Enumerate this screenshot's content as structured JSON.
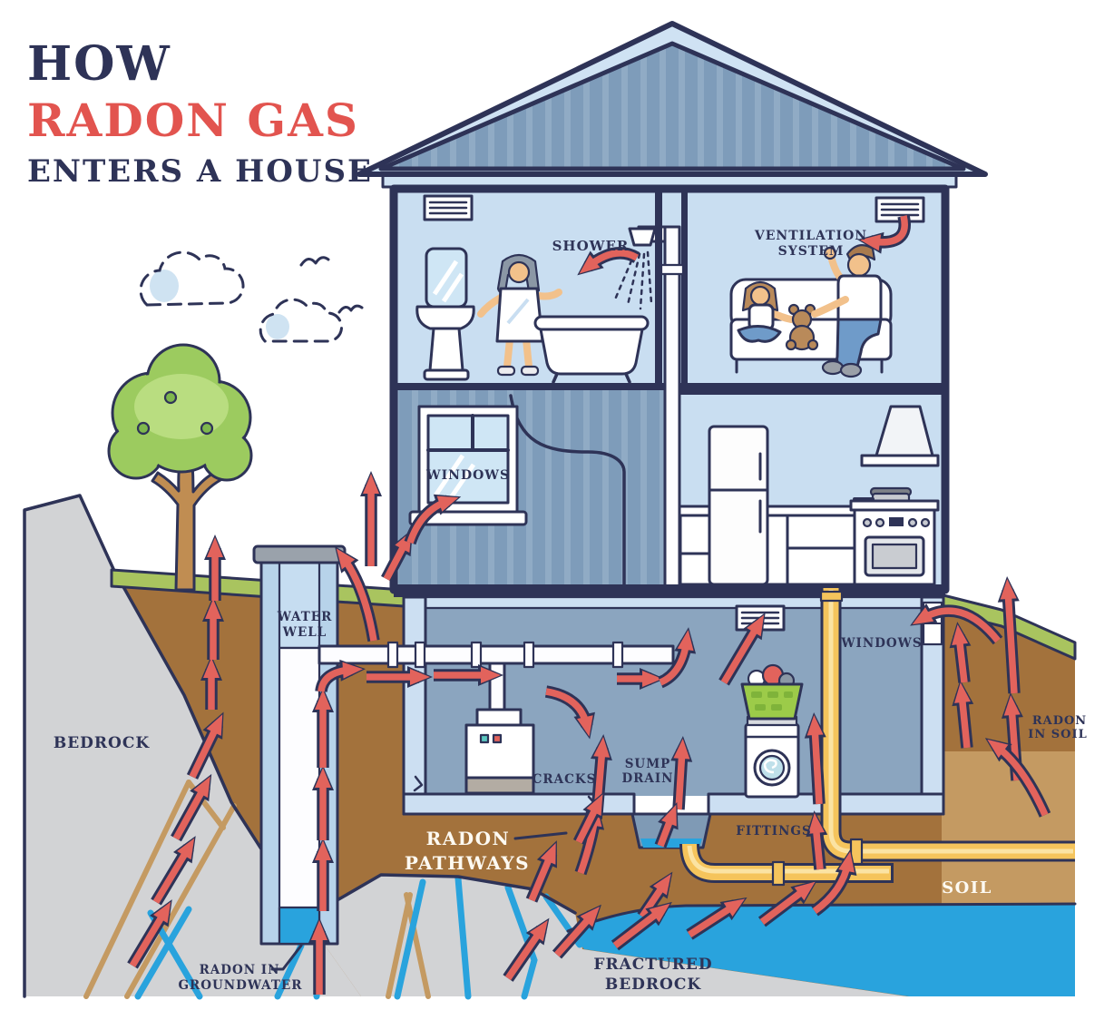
{
  "title": {
    "lines": [
      "HOW",
      "RADON GAS",
      "ENTERS A HOUSE"
    ]
  },
  "labels": {
    "shower": "SHOWER",
    "ventilation": [
      "VENTILATION",
      "SYSTEM"
    ],
    "windows_first_floor": "WINDOWS",
    "water_well": [
      "WATER",
      "WELL"
    ],
    "bedrock": "BEDROCK",
    "cracks": "CRACKS",
    "sump_drain": [
      "SUMP",
      "DRAIN"
    ],
    "fittings": "FITTINGS",
    "windows_basement": "WINDOWS",
    "radon_pathways": [
      "RADON",
      "PATHWAYS"
    ],
    "radon_in_groundwater": [
      "RADON IN",
      "GROUNDWATER"
    ],
    "fractured_bedrock": [
      "FRACTURED",
      "BEDROCK"
    ],
    "soil": "SOIL",
    "radon_in_soil": [
      "RADON",
      "IN SOIL"
    ]
  },
  "colors": {
    "navy": "#2e3357",
    "red": "#e2544f",
    "arrow_red": "#e2635c",
    "interior_blue": "#c9def1",
    "wall_blue": "#7e9cba",
    "basement_blue": "#8ba5bf",
    "light_blue": "#cfe2f3",
    "grass_green": "#a9c45f",
    "soil_brown": "#a3723c",
    "soil_tan": "#c49a62",
    "water_blue": "#29a3dd",
    "rock_gray": "#d2d3d5",
    "pipe_yellow": "#f5c45c",
    "tree_green": "#9ccb5f"
  }
}
